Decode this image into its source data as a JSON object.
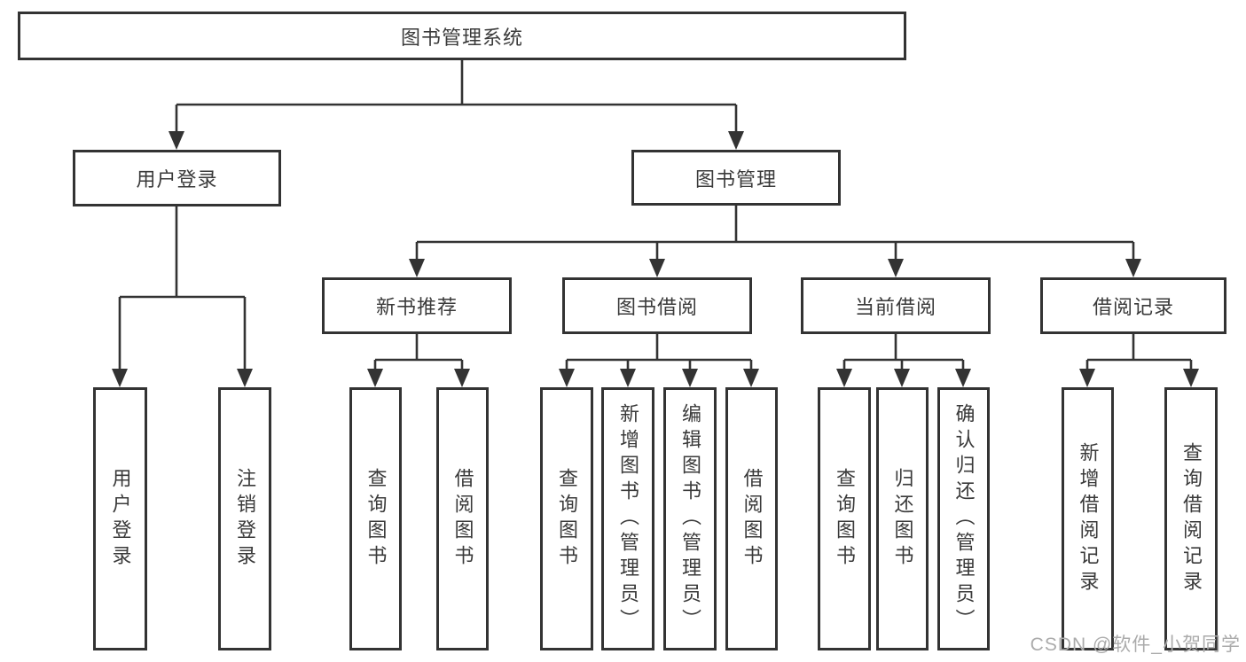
{
  "diagram": {
    "root": {
      "label": "图书管理系统"
    },
    "branches": [
      {
        "label": "用户登录",
        "children": [
          {
            "label": "用户登录"
          },
          {
            "label": "注销登录"
          }
        ]
      },
      {
        "label": "图书管理",
        "children": [
          {
            "label": "新书推荐",
            "children": [
              {
                "label": "查询图书"
              },
              {
                "label": "借阅图书"
              }
            ]
          },
          {
            "label": "图书借阅",
            "children": [
              {
                "label": "查询图书"
              },
              {
                "label": "新增图书（管理员）"
              },
              {
                "label": "编辑图书（管理员）"
              },
              {
                "label": "借阅图书"
              }
            ]
          },
          {
            "label": "当前借阅",
            "children": [
              {
                "label": "查询图书"
              },
              {
                "label": "归还图书"
              },
              {
                "label": "确认归还（管理员）"
              }
            ]
          },
          {
            "label": "借阅记录",
            "children": [
              {
                "label": "新增借阅记录"
              },
              {
                "label": "查询借阅记录"
              }
            ]
          }
        ]
      }
    ]
  },
  "watermark": "CSDN @软件_小贺同学",
  "colors": {
    "line": "#333333",
    "box_border": "#333333",
    "text": "#3a3a3a",
    "watermark": "#ababab",
    "background": "#ffffff"
  }
}
